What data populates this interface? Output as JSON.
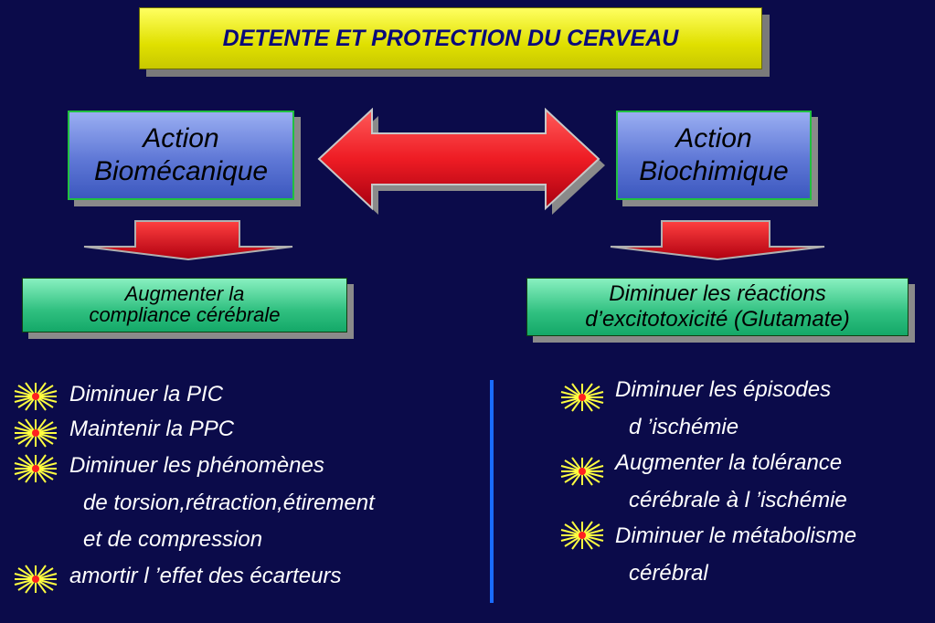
{
  "title": "DETENTE ET PROTECTION DU CERVEAU",
  "left_action": {
    "line1": "Action",
    "line2": "Biomécanique"
  },
  "right_action": {
    "line1": "Action",
    "line2": "Biochimique"
  },
  "left_goal": {
    "line1": "Augmenter la",
    "line2": "compliance cérébrale"
  },
  "right_goal": {
    "line1": "Diminuer les réactions",
    "line2": "d’excitotoxicité (Glutamate)"
  },
  "left_list": [
    "Diminuer la PIC",
    "Maintenir la PPC",
    "Diminuer les phénomènes",
    "de torsion,rétraction,étirement",
    "et de compression",
    "amortir l ’effet des écarteurs"
  ],
  "right_list": [
    "Diminuer les épisodes",
    "d ’ischémie",
    "Augmenter la tolérance",
    "cérébrale à l ’ischémie",
    "Diminuer le métabolisme",
    "cérébral"
  ],
  "colors": {
    "background": "#0b0b4a",
    "title_fill": "#ffff40",
    "title_text": "#0a0a7a",
    "action_fill": "#6f86dc",
    "action_border": "#20c040",
    "goal_fill": "#30c080",
    "arrow_red": "#ee1c24",
    "divider": "#1a6cff"
  },
  "icons": {
    "bullet": "starburst-icon",
    "double_arrow": "double-arrow-icon",
    "down_arrow": "down-arrow-icon"
  }
}
